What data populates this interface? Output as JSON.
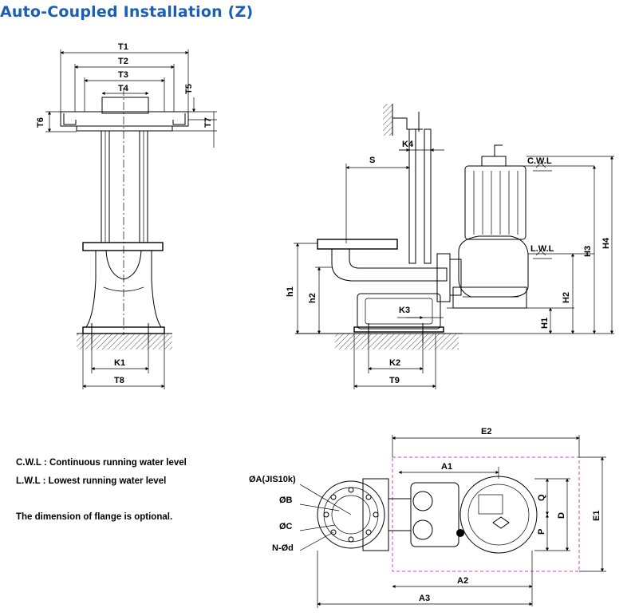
{
  "title": "Auto-Coupled Installation (Z)",
  "notes": {
    "cwl": "C.W.L : Continuous running water level",
    "lwl": "L.W.L :  Lowest running water level",
    "flange": "The dimension of flange is optional."
  },
  "labels": {
    "T1": "T1",
    "T2": "T2",
    "T3": "T3",
    "T4": "T4",
    "T5": "T5",
    "T6": "T6",
    "T7": "T7",
    "T8": "T8",
    "T9": "T9",
    "K1": "K1",
    "K2": "K2",
    "K3": "K3",
    "K4": "K4",
    "S": "S",
    "h1": "h1",
    "h2": "h2",
    "H1": "H1",
    "H2": "H2",
    "H3": "H3",
    "H4": "H4",
    "CWL": "C.W.L",
    "LWL": "L.W.L",
    "E1": "E1",
    "E2": "E2",
    "A1": "A1",
    "A2": "A2",
    "A3": "A3",
    "D": "D",
    "P": "P",
    "Q": "Q",
    "phiA": "ØA(JIS10k)",
    "phiB": "ØB",
    "phiC": "ØC",
    "Nphid": "N-Ød"
  },
  "colors": {
    "title": "#1a5fb4",
    "dashed_outline": "#d63cd6"
  }
}
